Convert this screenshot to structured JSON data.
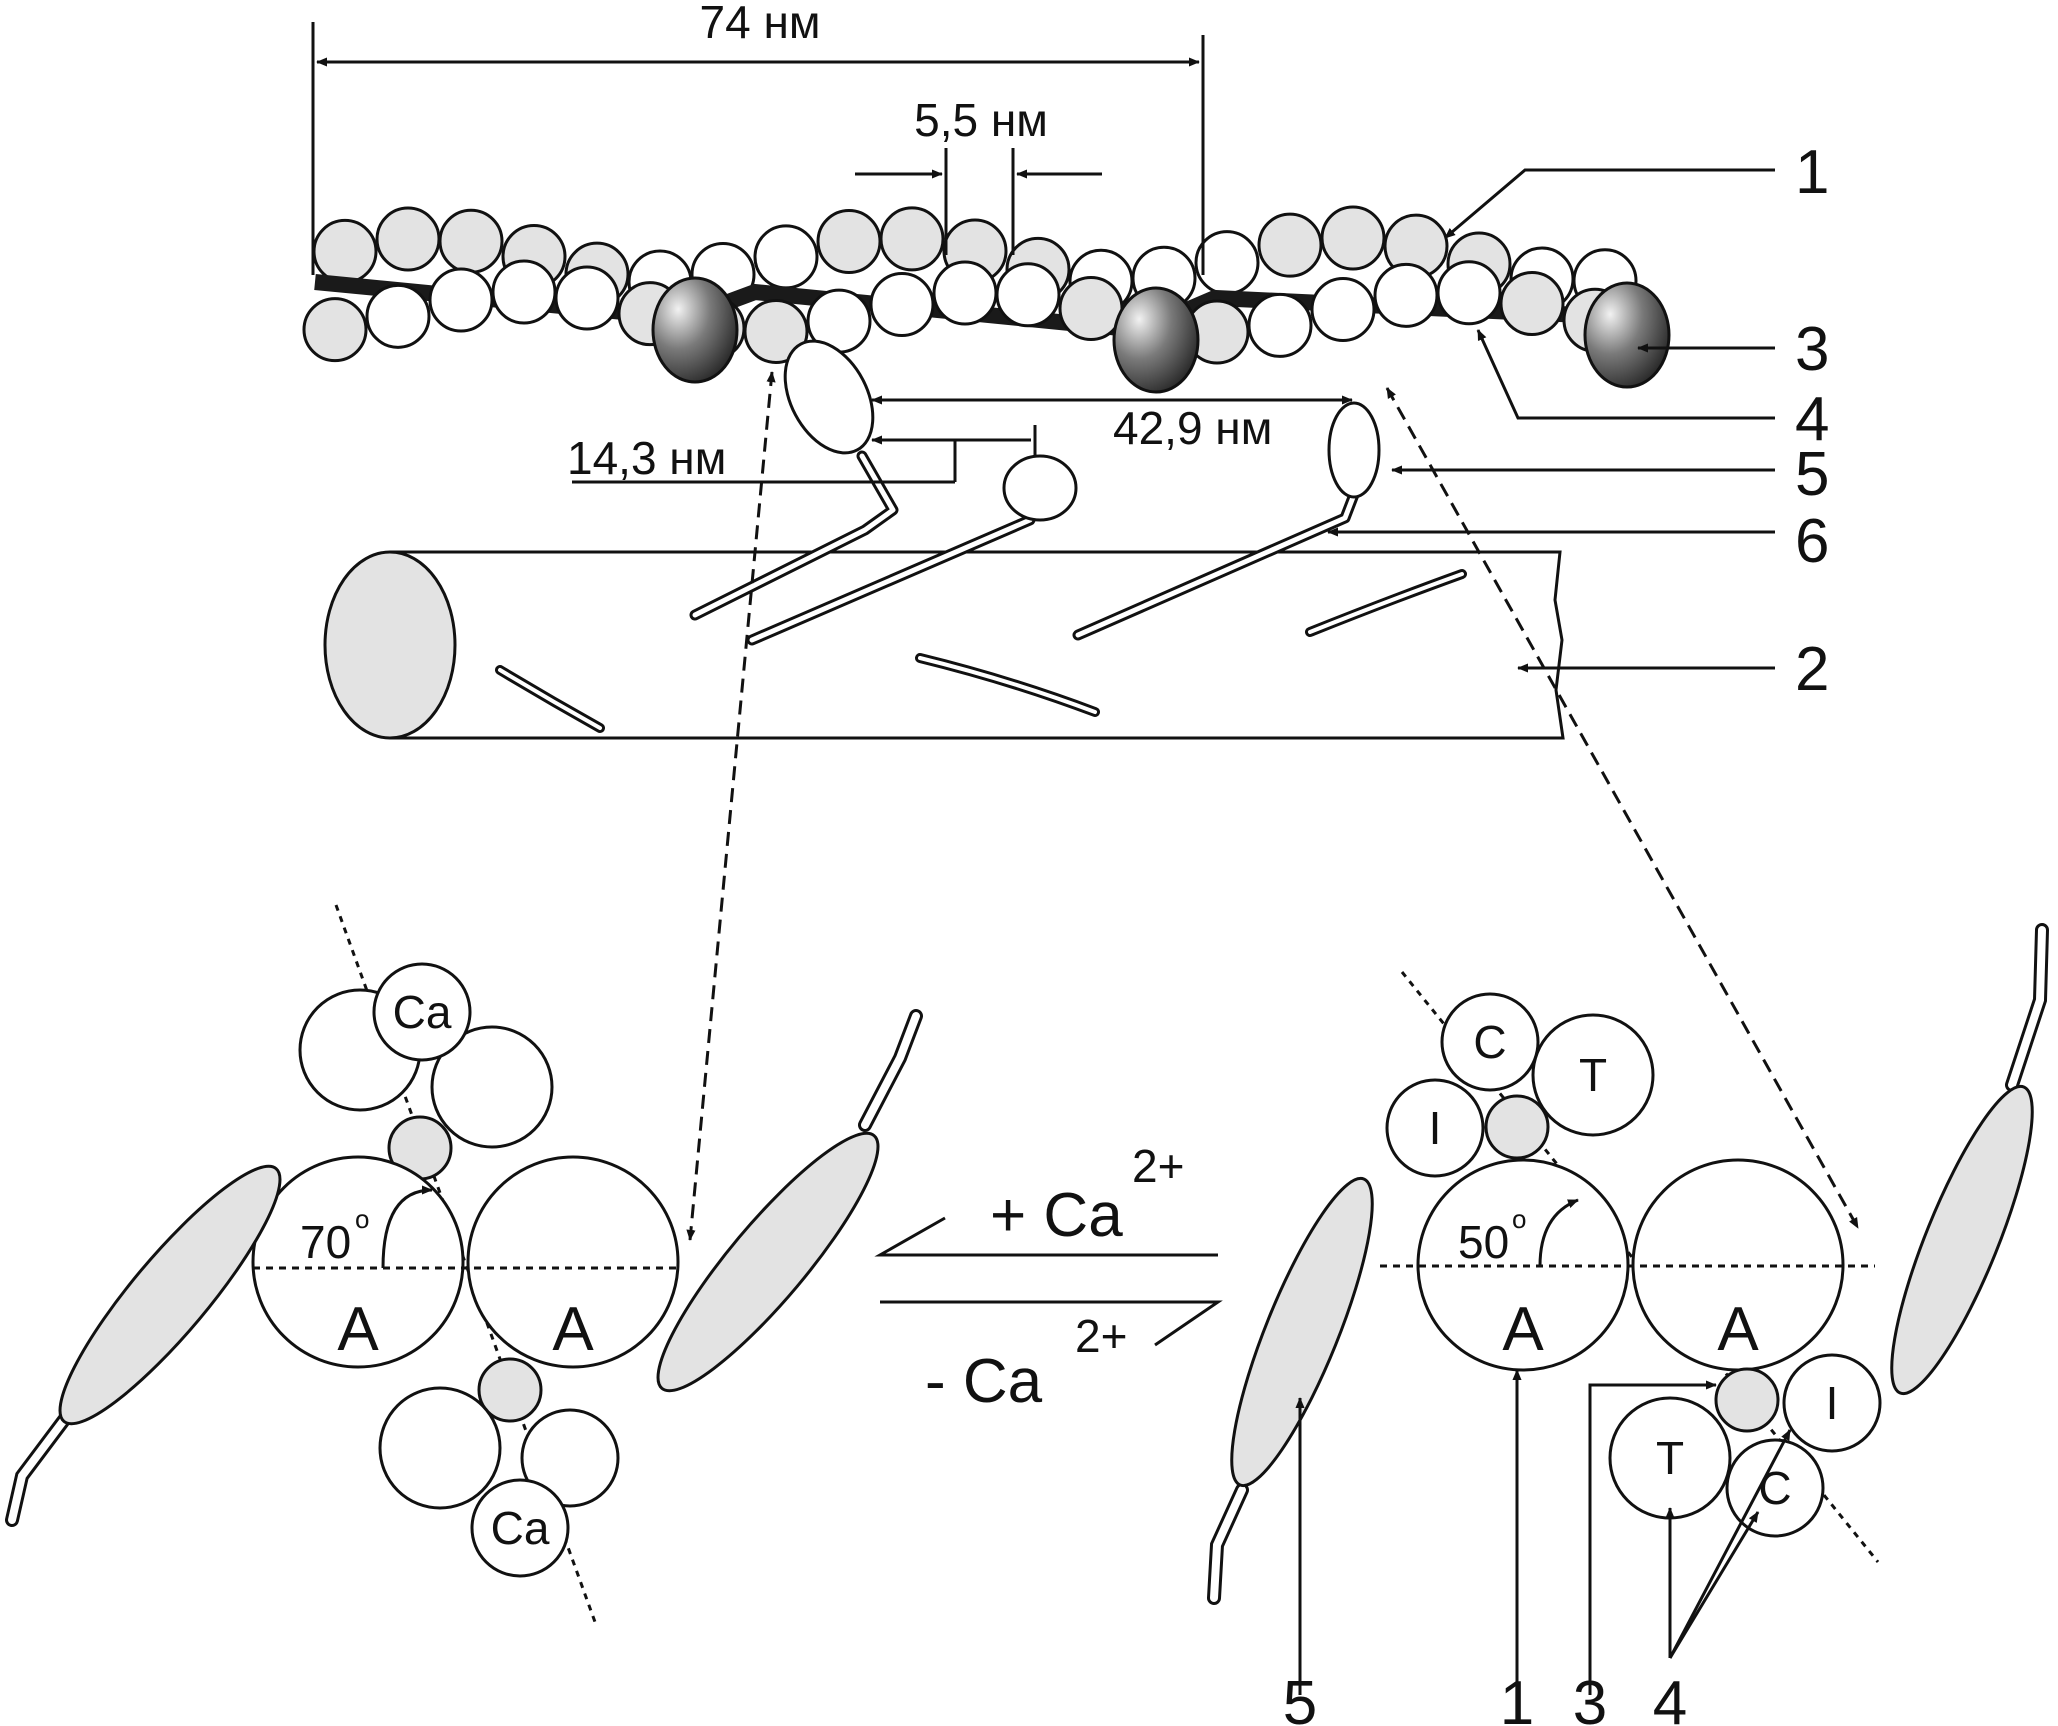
{
  "dimensions": {
    "pitch": "74 нм",
    "actin_monomer": "5,5 нм",
    "crown_spacing": "14,3 нм",
    "repeat": "42,9 нм"
  },
  "top_labels": [
    "1",
    "3",
    "4",
    "5",
    "6",
    "2"
  ],
  "left_state": {
    "angle": "70",
    "degree_mark": "o",
    "actin": "A",
    "calcium": "Ca"
  },
  "equilibrium": {
    "forward": "+ Ca",
    "reverse": "- Ca",
    "charge": "2+"
  },
  "right_state": {
    "angle": "50",
    "degree_mark": "o",
    "actin": "A",
    "troponin_c": "C",
    "troponin_t": "T",
    "troponin_i": "I"
  },
  "bottom_labels": [
    "5",
    "1",
    "3",
    "4"
  ],
  "colors": {
    "stroke": "#111111",
    "light_fill": "#e3e3e3",
    "white_fill": "#ffffff",
    "dark_strand": "#1a1a1a",
    "troponin_dark": "#2a2a2a"
  }
}
